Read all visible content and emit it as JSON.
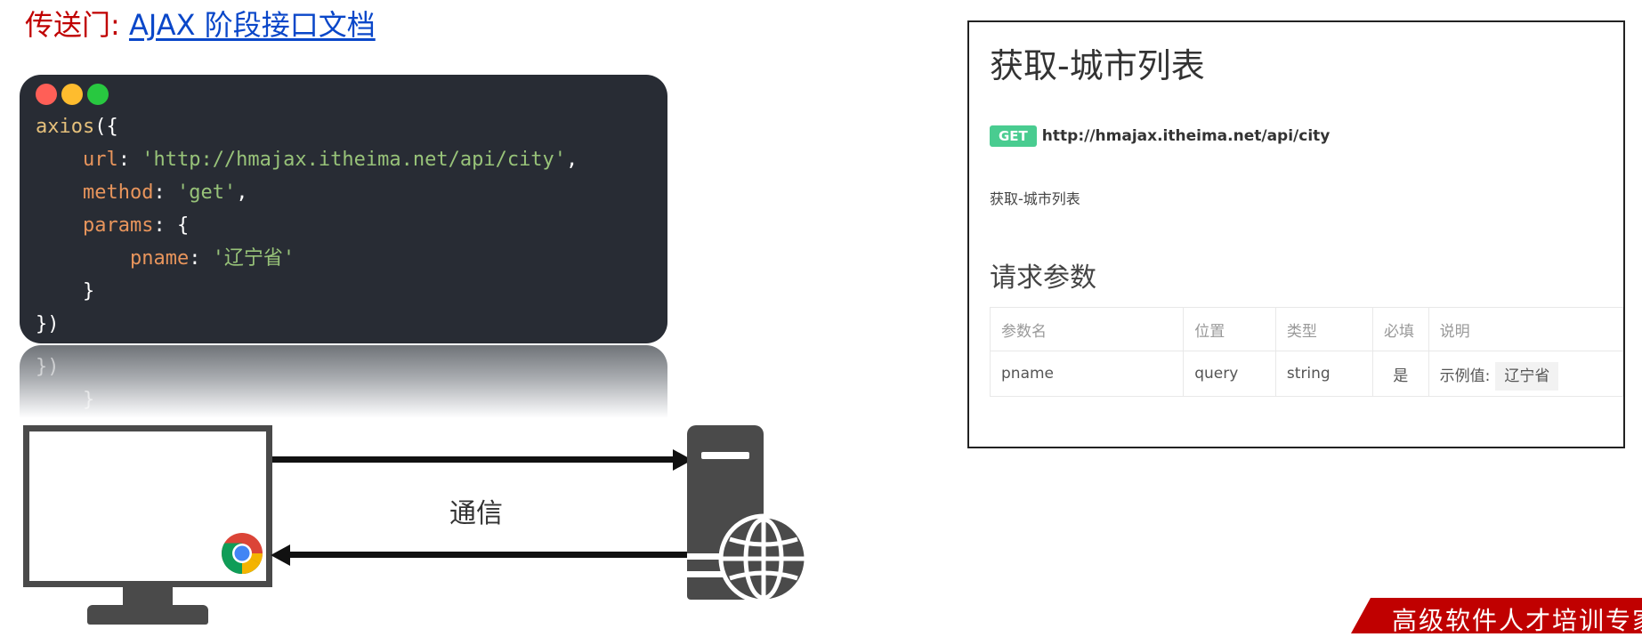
{
  "header": {
    "label": "传送门:",
    "link_text": "AJAX 阶段接口文档"
  },
  "code_window": {
    "lines": [
      {
        "parts": [
          {
            "t": "axios",
            "c": "ident"
          },
          {
            "t": "({",
            "c": "punc"
          }
        ]
      },
      {
        "parts": [
          {
            "t": "    url",
            "c": "key"
          },
          {
            "t": ": ",
            "c": "punc"
          },
          {
            "t": "'http://hmajax.itheima.net/api/city'",
            "c": "str"
          },
          {
            "t": ",",
            "c": "punc"
          }
        ]
      },
      {
        "parts": [
          {
            "t": "    method",
            "c": "key"
          },
          {
            "t": ": ",
            "c": "punc"
          },
          {
            "t": "'get'",
            "c": "str"
          },
          {
            "t": ",",
            "c": "punc"
          }
        ]
      },
      {
        "parts": [
          {
            "t": "    params",
            "c": "key"
          },
          {
            "t": ": {",
            "c": "punc"
          }
        ]
      },
      {
        "parts": [
          {
            "t": "        pname",
            "c": "key"
          },
          {
            "t": ": ",
            "c": "punc"
          },
          {
            "t": "'辽宁省'",
            "c": "str"
          }
        ]
      },
      {
        "parts": [
          {
            "t": "    }",
            "c": "punc"
          }
        ]
      },
      {
        "parts": [
          {
            "t": "})",
            "c": "punc"
          }
        ]
      }
    ],
    "reflection_lines": [
      "})",
      "    }"
    ],
    "dot_colors": [
      "#ff5f57",
      "#febc2e",
      "#28c840"
    ]
  },
  "diagram": {
    "comm_label": "通信",
    "browser_icon": "chrome-icon",
    "server_icon": "server-globe-icon"
  },
  "api_doc": {
    "title": "获取-城市列表",
    "method": "GET",
    "url": "http://hmajax.itheima.net/api/city",
    "description": "获取-城市列表",
    "params_title": "请求参数",
    "columns": [
      "参数名",
      "位置",
      "类型",
      "必填",
      "说明"
    ],
    "rows": [
      {
        "name": "pname",
        "in": "query",
        "type": "string",
        "required": "是",
        "desc_label": "示例值:",
        "example": "辽宁省"
      }
    ]
  },
  "footer": {
    "banner_text": "高级软件人才培训专家"
  },
  "colors": {
    "portal_label": "#c00000",
    "link": "#0a47c9",
    "code_bg": "#282c34",
    "get_badge": "#49cc90",
    "banner": "#c00000"
  }
}
